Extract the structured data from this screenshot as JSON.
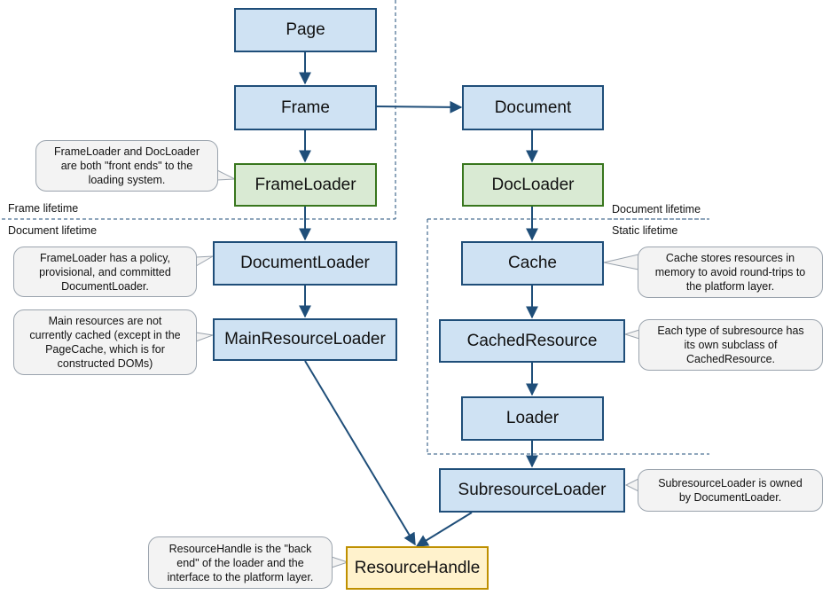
{
  "nodes": {
    "page": "Page",
    "frame": "Frame",
    "frameloader": "FrameLoader",
    "document": "Document",
    "docloader": "DocLoader",
    "documentloader": "DocumentLoader",
    "mainresourceloader": "MainResourceLoader",
    "cache": "Cache",
    "cachedresource": "CachedResource",
    "loader": "Loader",
    "subresourceloader": "SubresourceLoader",
    "resourcehandle": "ResourceHandle"
  },
  "notes": {
    "frontends": [
      "FrameLoader and DocLoader",
      "are both \"front ends\" to the",
      "loading system."
    ],
    "policy": [
      "FrameLoader has a policy,",
      "provisional, and committed",
      "DocumentLoader."
    ],
    "mainres": [
      "Main resources are not",
      "currently cached (except in the",
      "PageCache, which is for",
      "constructed DOMs)"
    ],
    "cache": [
      "Cache stores resources in",
      "memory to avoid round-trips to",
      "the platform layer."
    ],
    "subclass": [
      "Each type of subresource has",
      "its own subclass of",
      "CachedResource."
    ],
    "subloader": [
      "SubresourceLoader is owned",
      "by DocumentLoader."
    ],
    "handle": [
      "ResourceHandle is the \"back",
      "end\" of the loader and the",
      "interface to the platform layer."
    ]
  },
  "labels": {
    "frame_lifetime": "Frame lifetime",
    "document_lifetime_left": "Document lifetime",
    "document_lifetime_right": "Document lifetime",
    "static_lifetime": "Static lifetime"
  },
  "colors": {
    "box_blue": "#cfe2f3",
    "box_green": "#d9ead3",
    "box_yellow": "#fff2cc",
    "line": "#1f4e79",
    "note": "#f3f3f3"
  }
}
